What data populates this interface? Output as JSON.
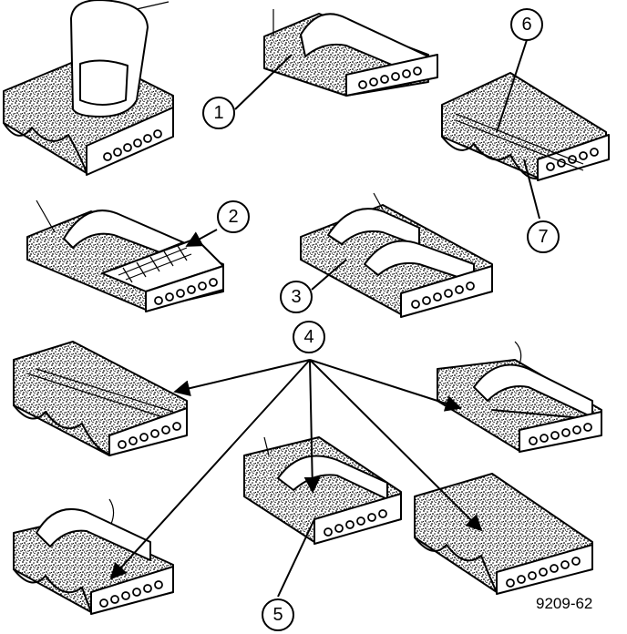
{
  "figure": {
    "id": "9209-62"
  },
  "callouts": [
    {
      "number": "1"
    },
    {
      "number": "2"
    },
    {
      "number": "3"
    },
    {
      "number": "4"
    },
    {
      "number": "5"
    },
    {
      "number": "6"
    },
    {
      "number": "7"
    }
  ],
  "colors": {
    "ink": "#000000",
    "paper": "#ffffff"
  }
}
